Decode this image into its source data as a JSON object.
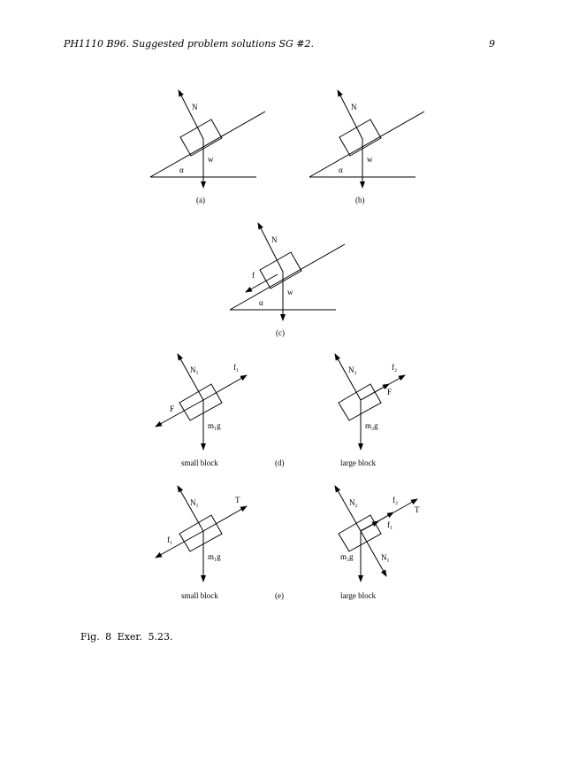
{
  "header": {
    "title": "PH1110 B96. Suggested problem solutions SG #2.",
    "page_number": "9"
  },
  "caption": "Fig. 8   Exer. 5.23.",
  "figures": {
    "a": {
      "label": "(a)",
      "N": "N",
      "w": "w",
      "angle": "α"
    },
    "b": {
      "label": "(b)",
      "N": "N",
      "w": "w",
      "angle": "α"
    },
    "c": {
      "label": "(c)",
      "N": "N",
      "w": "w",
      "angle": "α",
      "f": "f"
    },
    "d": {
      "label": "(d)",
      "small": {
        "caption": "small block",
        "N": "N₁",
        "f": "f₁",
        "F": "F",
        "mg": "m₁g"
      },
      "large": {
        "caption": "large block",
        "N": "N₂",
        "f": "f₂",
        "F": "F",
        "mg": "m₂g"
      }
    },
    "e": {
      "label": "(e)",
      "small": {
        "caption": "small block",
        "N": "N₁",
        "T": "T",
        "f": "f₁",
        "mg": "m₁g"
      },
      "large": {
        "caption": "large block",
        "N2": "N₂",
        "f2": "f₂",
        "T": "T",
        "f1": "f₁",
        "mg": "m₂g",
        "N1": "N₁"
      }
    }
  }
}
